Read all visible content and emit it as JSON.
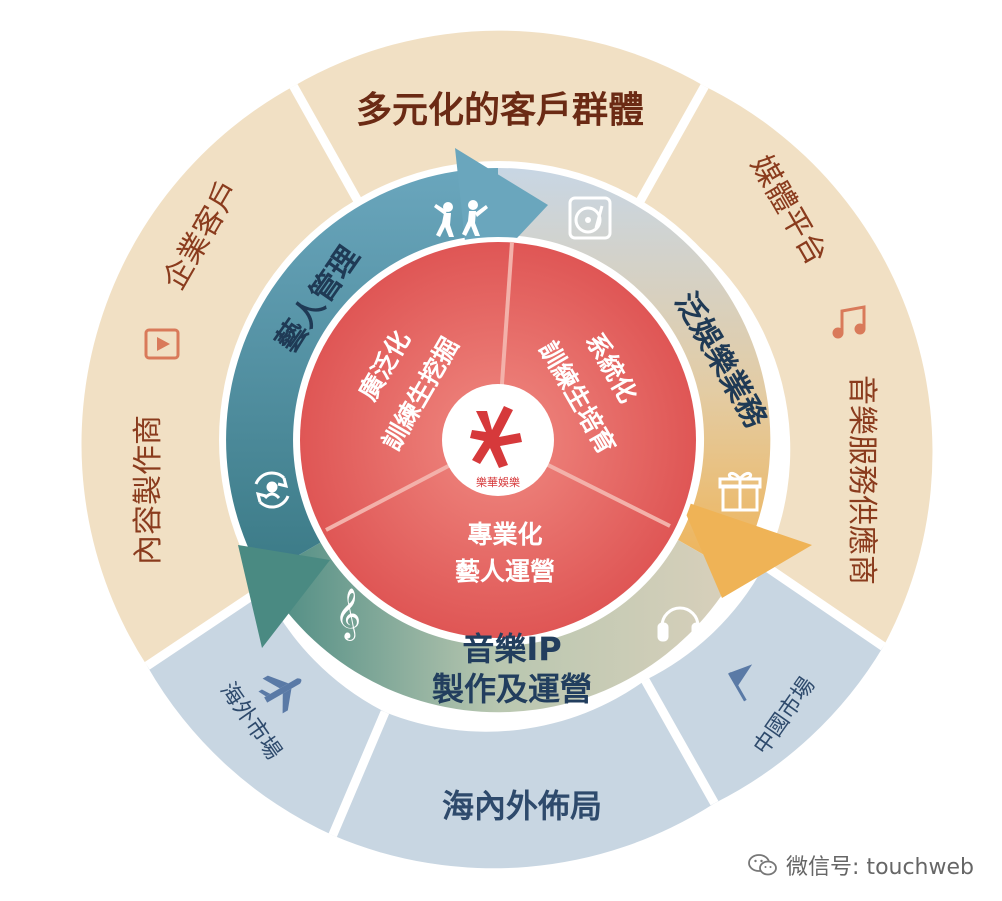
{
  "outer_ring": {
    "top": "多元化的客戶群體",
    "enterprise": "企業客戶",
    "content_maker": "內容製作商",
    "media": "媒體平台",
    "music_supplier": "音樂服務供應商",
    "overseas_market": "海外市場",
    "china_market": "中國市場",
    "bottom": "海內外佈局"
  },
  "middle_ring": {
    "artist_mgmt": "藝人管理",
    "pan_ent": "泛娛樂業務",
    "music_ip_line1": "音樂IP",
    "music_ip_line2": "製作及運營"
  },
  "inner_circle": {
    "left_line1": "廣泛化",
    "left_line2": "訓練生挖掘",
    "right_line1": "系統化",
    "right_line2": "訓練生培育",
    "bottom_line1": "專業化",
    "bottom_line2": "藝人運營"
  },
  "logo": {
    "caption": "樂華娛樂"
  },
  "watermark": "微信号: touchweb",
  "colors": {
    "beige": "#f1e0c4",
    "blue_seg": "#c8d6e2",
    "teal": "#4f8fa0",
    "orange": "#e9b565",
    "red": "#e25c5a",
    "text_brown": "#8a3b1d",
    "text_blue": "#2e4a6c"
  },
  "icons": [
    "dance-icon",
    "turntable-icon",
    "play-icon",
    "music-note-icon",
    "gift-icon",
    "headphones-icon",
    "treble-clef-icon",
    "cycle-person-icon",
    "airplane-icon",
    "flag-icon",
    "wechat-icon"
  ]
}
